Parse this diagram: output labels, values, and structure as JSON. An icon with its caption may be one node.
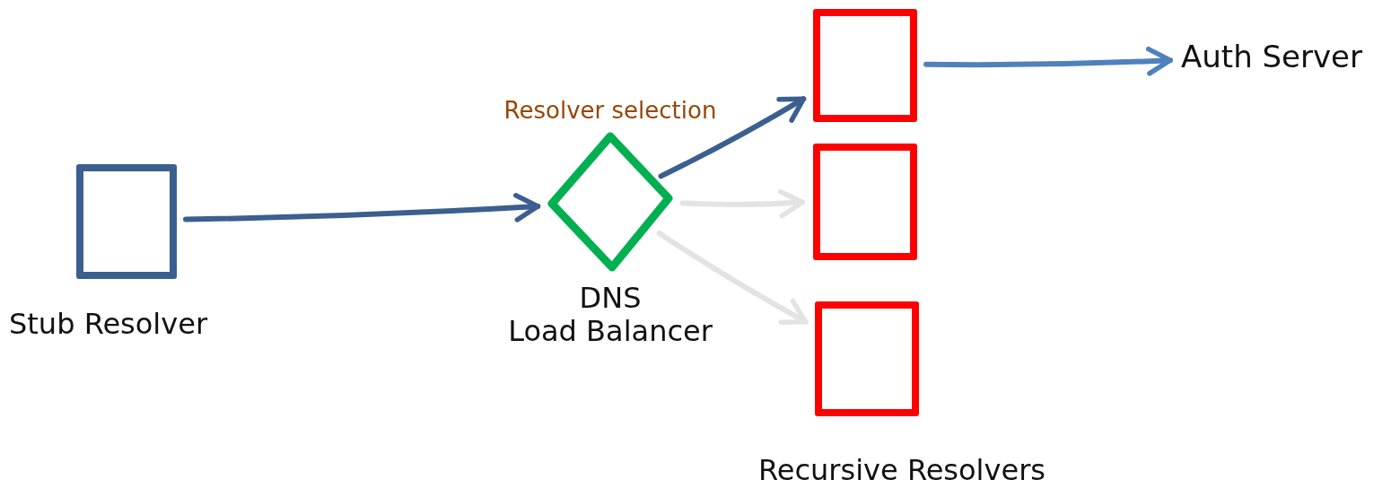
{
  "diagram": {
    "nodes": [
      {
        "text": [
          "Stub Resolver"
        ]
      },
      {
        "text": [
          "DNS",
          "Load Balancer"
        ],
        "beside": [
          "Resolver selection"
        ]
      },
      {
        "text": [],
        "shape": "box"
      },
      {
        "text": [],
        "shape": "box"
      },
      {
        "text": [],
        "shape": "box"
      },
      {
        "text": [
          "Auth Server"
        ]
      }
    ],
    "edges": [
      {
        "from": 0,
        "to": 1,
        "arrow": "to"
      },
      {
        "from": 1,
        "to": 2,
        "arrow": "to"
      },
      {
        "from": 1,
        "to": 3,
        "arrow": "to",
        "color": "#e3e3e3"
      },
      {
        "from": 1,
        "to": 4,
        "arrow": "to",
        "color": "#e3e3e3"
      },
      {
        "from": 2,
        "to": 5,
        "arrow": "to",
        "color": "#4f81bd"
      }
    ],
    "labels": [
      "Recursive Resolvers"
    ]
  }
}
